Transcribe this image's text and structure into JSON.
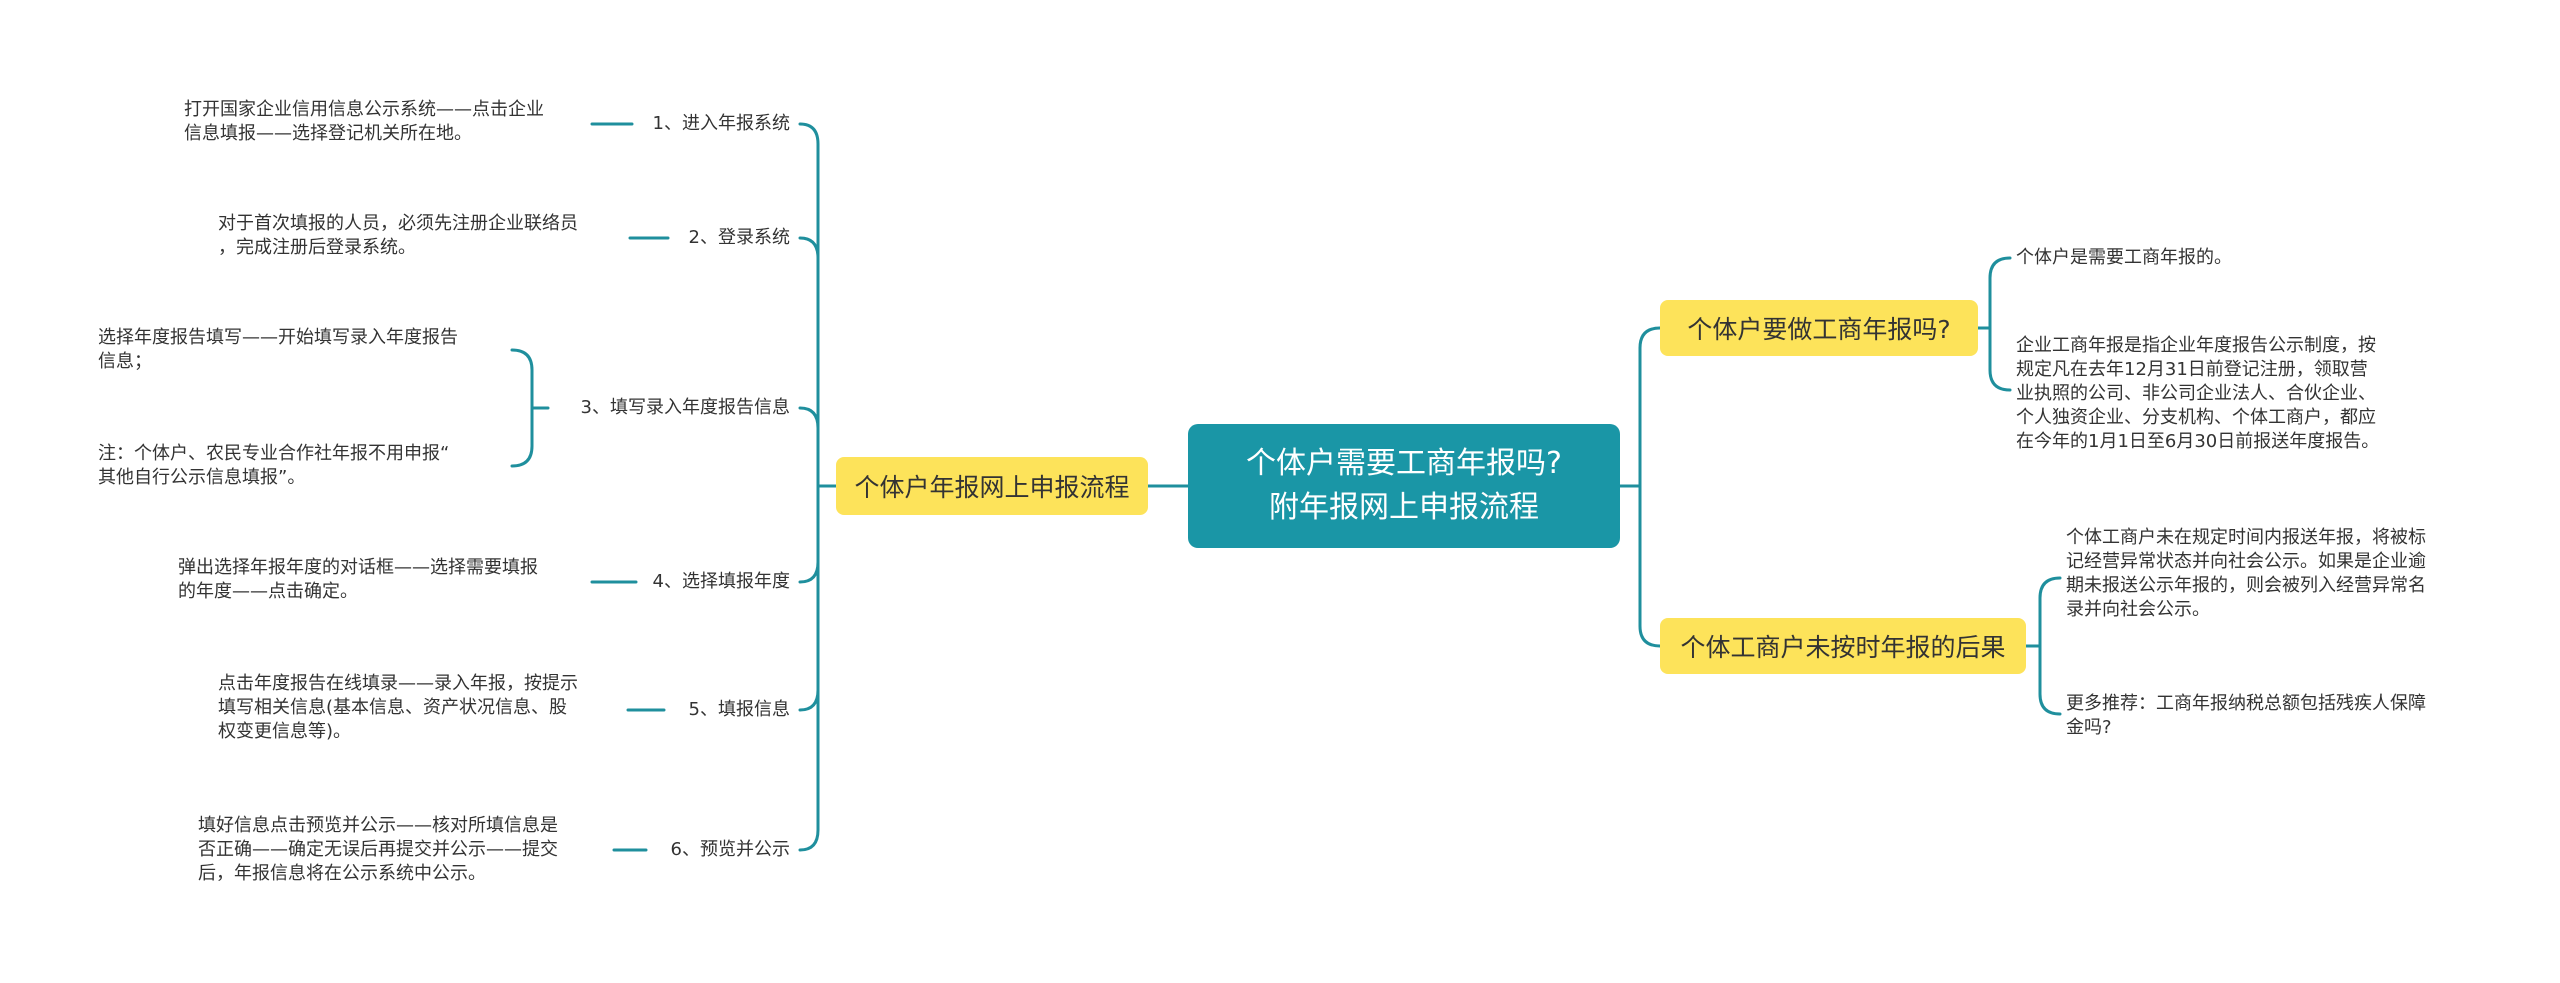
{
  "root": {
    "line1": "个体户需要工商年报吗?",
    "line2": "附年报网上申报流程"
  },
  "left_branch": {
    "label": "个体户年报网上申报流程",
    "steps": [
      {
        "label": "1、进入年报系统",
        "details": [
          "打开国家企业信用信息公示系统——点击企业\n信息填报——选择登记机关所在地。"
        ]
      },
      {
        "label": "2、登录系统",
        "details": [
          "对于首次填报的人员，必须先注册企业联络员\n，完成注册后登录系统。"
        ]
      },
      {
        "label": "3、填写录入年度报告信息",
        "details": [
          "选择年度报告填写——开始填写录入年度报告\n信息；",
          "注：个体户、农民专业合作社年报不用申报“\n其他自行公示信息填报”。"
        ]
      },
      {
        "label": "4、选择填报年度",
        "details": [
          "弹出选择年报年度的对话框——选择需要填报\n的年度——点击确定。"
        ]
      },
      {
        "label": "5、填报信息",
        "details": [
          "点击年度报告在线填录——录入年报，按提示\n填写相关信息(基本信息、资产状况信息、股\n权变更信息等)。"
        ]
      },
      {
        "label": "6、预览并公示",
        "details": [
          "填好信息点击预览并公示——核对所填信息是\n否正确——确定无误后再提交并公示——提交\n后，年报信息将在公示系统中公示。"
        ]
      }
    ]
  },
  "right_branches": [
    {
      "label": "个体户要做工商年报吗?",
      "details": [
        "个体户是需要工商年报的。",
        "企业工商年报是指企业年度报告公示制度，按\n规定凡在去年12月31日前登记注册，领取营\n业执照的公司、非公司企业法人、合伙企业、\n个人独资企业、分支机构、个体工商户，都应\n在今年的1月1日至6月30日前报送年度报告。"
      ]
    },
    {
      "label": "个体工商户未按时年报的后果",
      "details": [
        "个体工商户未在规定时间内报送年报，将被标\n记经营异常状态并向社会公示。如果是企业逾\n期未报送公示年报的，则会被列入经营异常名\n录并向社会公示。",
        "更多推荐：工商年报纳税总额包括残疾人保障\n金吗?"
      ]
    }
  ],
  "colors": {
    "root_bg": "#1a96a6",
    "branch_bg": "#fde35a",
    "line": "#1f8f9d"
  }
}
